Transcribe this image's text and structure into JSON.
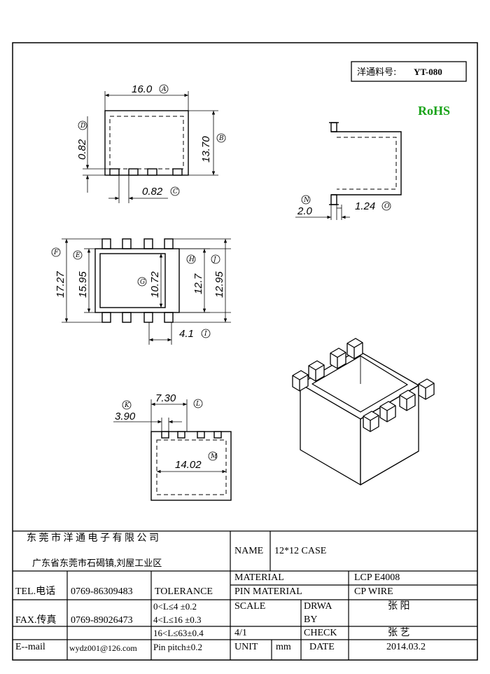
{
  "part_number_box": {
    "label": "洋通料号:",
    "value": "YT-080"
  },
  "rohs": "RoHS",
  "dims": {
    "top_width": "16.0",
    "top_width_tag": "A",
    "top_height": "13.70",
    "top_height_tag": "B",
    "pin_gap": "0.82",
    "pin_gap_tag": "C",
    "pin_len": "0.82",
    "pin_len_tag": "D",
    "side_n": "2.0",
    "side_n_tag": "N",
    "side_o": "1.24",
    "side_o_tag": "O",
    "mid_f": "17.27",
    "mid_f_tag": "F",
    "mid_e": "15.95",
    "mid_e_tag": "E",
    "mid_g": "10.72",
    "mid_g_tag": "G",
    "mid_h": "12.7",
    "mid_h_tag": "H",
    "mid_j": "12.95",
    "mid_j_tag": "J",
    "mid_i": "4.1",
    "mid_i_tag": "I",
    "bot_l": "7.30",
    "bot_l_tag": "L",
    "bot_k": "3.90",
    "bot_k_tag": "K",
    "bot_m": "14.02",
    "bot_m_tag": "M"
  },
  "titleblock": {
    "company": "东 莞 市 洋 通 电 子 有 限 公 司",
    "address": "广东省东莞市石碣镇,刘屋工业区",
    "name_label": "NAME",
    "name_value": "12*12 CASE",
    "material_label": "MATERIAL",
    "material_value": "LCP   E4008",
    "pin_material_label": "PIN MATERIAL",
    "pin_material_value": "CP WIRE",
    "tel_label": "TEL.电话",
    "tel_value": "0769-86309483",
    "tolerance_label": "TOLERANCE",
    "tol1": "0<L≤4    ±0.2",
    "tol2": "4<L≤16  ±0.3",
    "tol3": "16<L≤63±0.4",
    "tol4": "Pin pitch±0.2",
    "fax_label": "FAX.传真",
    "fax_value": "0769-89026473",
    "scale_label": "SCALE",
    "drawn_label_1": "DRWA",
    "drawn_label_2": "BY",
    "drawn_value": "张  阳",
    "scale_value": "4/1",
    "check_label": "CHECK",
    "check_value": "张  艺",
    "email_label": "E--mail",
    "email_value": "wydz001@126.com",
    "unit_label": "UNIT",
    "unit_value": "mm",
    "date_label": "DATE",
    "date_value": "2014.03.2"
  }
}
